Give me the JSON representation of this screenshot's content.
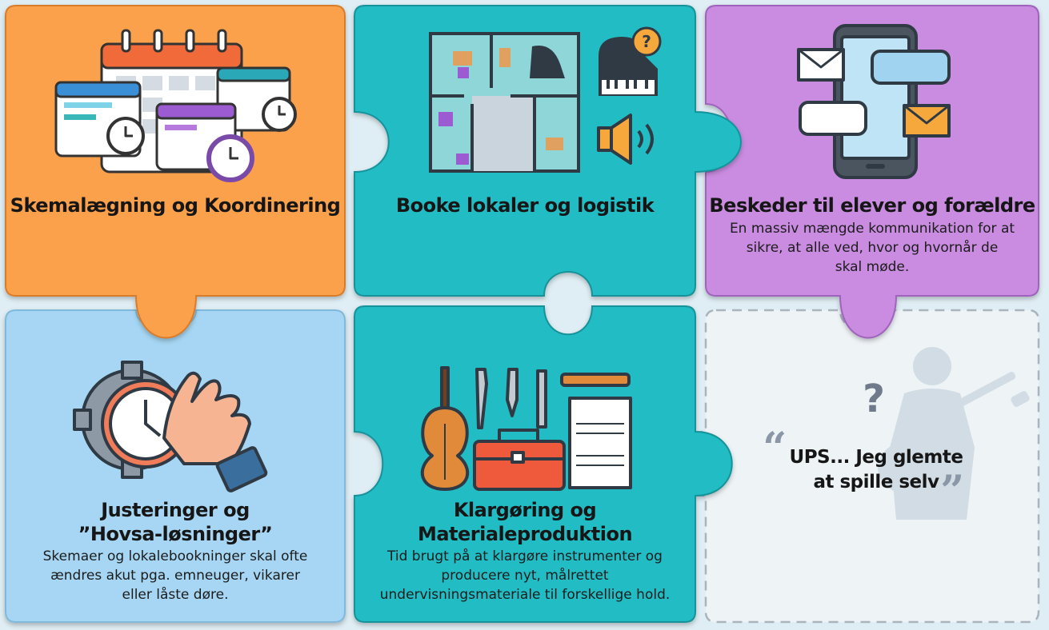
{
  "colors": {
    "background": "#dfeef4",
    "orange": "#fca14c",
    "teal": "#20bcc4",
    "purple": "#c98ce0",
    "light_blue": "#a6d6f3",
    "empty": "#eef3f6"
  },
  "pieces": {
    "scheduling": {
      "title": "Skemalægning og Koordinering",
      "icon": "calendar-clock-icon"
    },
    "booking": {
      "title": "Booke lokaler og logistik",
      "icon": "floor-plan-icon"
    },
    "messages": {
      "title": "Beskeder til elever og forældre",
      "description": [
        "En massiv mængde kommunikation for at",
        "sikre, at alle ved, hvor og hvornår de",
        "skal møde."
      ],
      "icon": "phone-messages-icon"
    },
    "adjustments": {
      "title": [
        "Justeringer og",
        "”Hovsa-løsninger”"
      ],
      "description": [
        "Skemaer og lokalebookninger skal ofte",
        "ændres akut pga. emneuger, vikarer",
        "eller låste døre."
      ],
      "icon": "gear-clock-hand-icon"
    },
    "preparation": {
      "title": [
        "Klargøring og",
        "Materialeproduktion"
      ],
      "description": [
        "Tid brugt på at klargøre instrumenter og",
        "producere nyt, målrettet",
        "undervisningsmateriale til forskellige hold."
      ],
      "icon": "violin-toolbox-icon"
    },
    "missing": {
      "quote_open": "“",
      "quote_close": "”",
      "text": [
        "UPS... Jeg glemte",
        "at spille selv"
      ],
      "icon": "guitar-player-silhouette-icon",
      "question_mark": "?"
    }
  }
}
